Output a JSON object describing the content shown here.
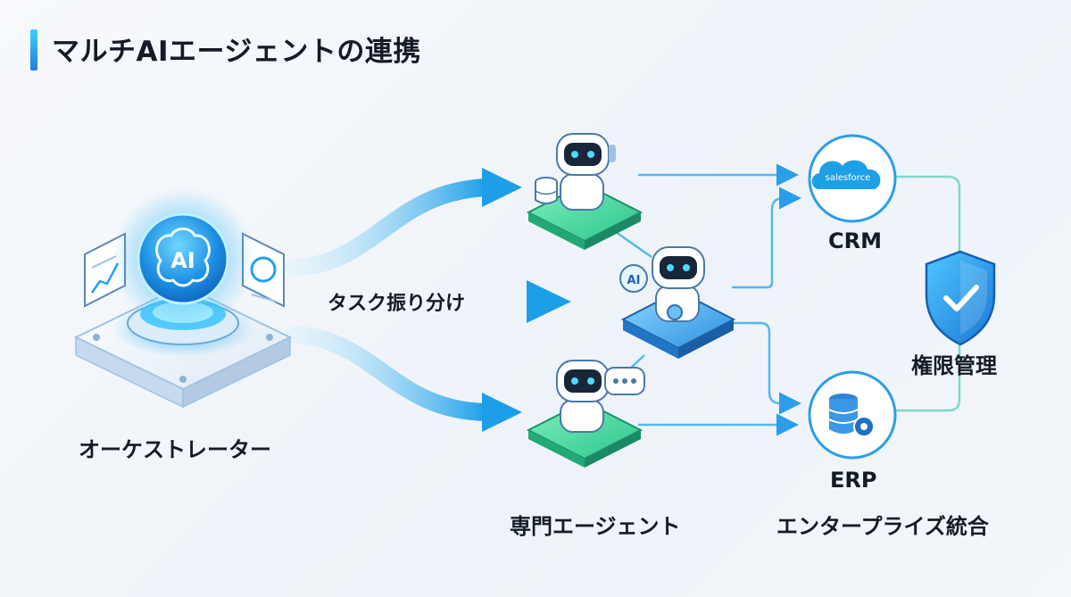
{
  "title": "マルチAIエージェントの連携",
  "orchestrator": {
    "label": "オーケストレーター",
    "badge": "AI"
  },
  "flow_label": "タスク振り分け",
  "agents": {
    "label": "専門エージェント",
    "center_badge": "AI"
  },
  "crm": {
    "logo_text": "salesforce",
    "label": "CRM"
  },
  "permission": {
    "label": "権限管理"
  },
  "erp": {
    "label": "ERP",
    "sublabel": "エンタープライズ統合"
  },
  "colors": {
    "accent_blue": "#1fa3ef",
    "accent_cyan": "#3ad1ff",
    "accent_green": "#35d69a",
    "dark_text": "#151b26"
  }
}
